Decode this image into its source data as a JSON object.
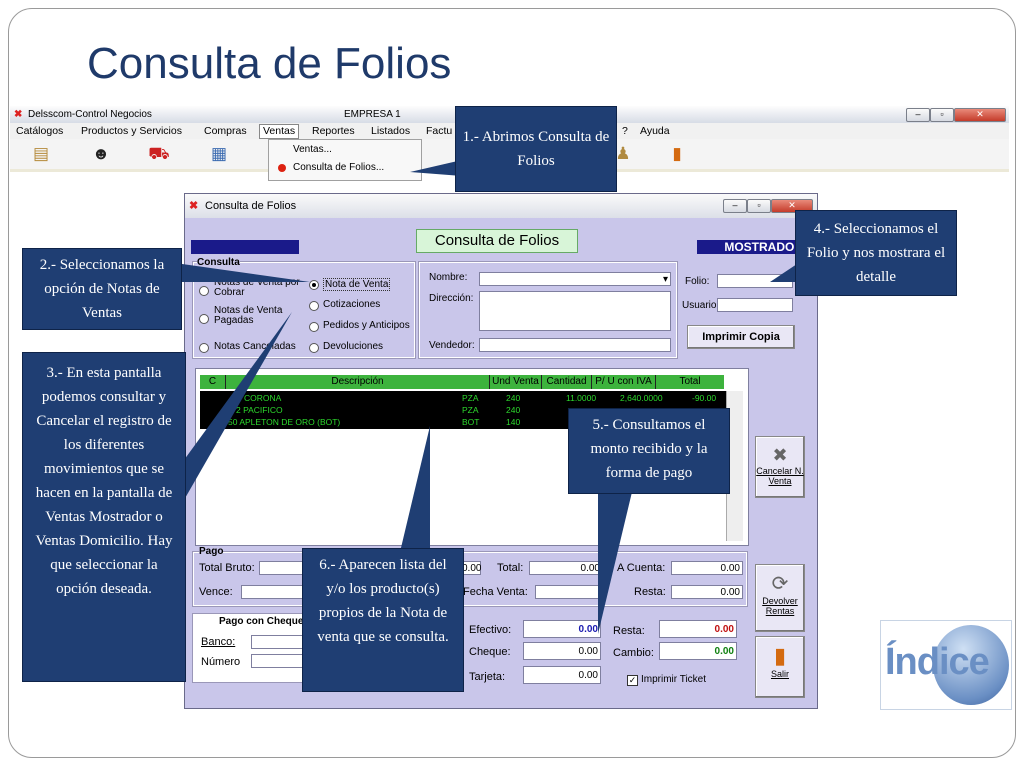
{
  "slide": {
    "title": "Consulta de Folios"
  },
  "app": {
    "title": "Delsscom-Control Negocios",
    "company": "EMPRESA 1",
    "menu": [
      "Catálogos",
      "Productos y Servicios",
      "Compras",
      "Ventas",
      "Reportes",
      "Listados",
      "Factu",
      "?",
      "Ayuda"
    ],
    "dropdown": [
      "Ventas...",
      "Consulta de Folios..."
    ]
  },
  "dialog": {
    "title": "Consulta de Folios",
    "header": "Consulta de Folios",
    "badge": "MOSTRADOR",
    "consulta_label": "Consulta",
    "radios_left": [
      "Notas de Venta por Cobrar",
      "Notas de Venta Pagadas",
      "Notas Canceladas"
    ],
    "radios_right": [
      "Nota de Venta",
      "Cotizaciones",
      "Pedidos y Anticipos",
      "Devoluciones"
    ],
    "nombre_label": "Nombre:",
    "direccion_label": "Dirección:",
    "vendedor_label": "Vendedor:",
    "folio_label": "Folio:",
    "usuario_label": "Usuario",
    "print_copy": "Imprimir Copia",
    "grid": {
      "headers": [
        "C",
        "Descripción",
        "Und Venta",
        "Cantidad",
        "P/ U con IVA",
        "Total"
      ],
      "rows": [
        {
          "desc": "CORONA",
          "und": "PZA",
          "cant": "240",
          "qty": "11.0000",
          "pu": "2,640.0000",
          "total": "-90.00"
        },
        {
          "desc": "2  PACIFICO",
          "und": "PZA",
          "cant": "240",
          "qty": "",
          "pu": "",
          "total": ""
        },
        {
          "desc": "50  APLETON DE ORO (BOT)",
          "und": "BOT",
          "cant": "140",
          "qty": "",
          "pu": "",
          "total": ""
        }
      ]
    },
    "pago": {
      "label": "Pago",
      "total_bruto": "Total Bruto:",
      "vence": "Vence:",
      "total_label": "Total:",
      "total_value": "0.00",
      "fecha_venta": "Fecha Venta:",
      "left_value": "0.00",
      "a_cuenta": "A Cuenta:",
      "a_cuenta_value": "0.00",
      "resta": "Resta:",
      "resta_value": "0.00"
    },
    "cheque": {
      "label": "Pago con Cheque",
      "banco": "Banco:",
      "numero": "Número"
    },
    "efectivo": "Efectivo:",
    "efectivo_value": "0.00",
    "cheque_label": "Cheque:",
    "cheque_value": "0.00",
    "tarjeta": "Tarjeta:",
    "tarjeta_value": "0.00",
    "resta2": "Resta:",
    "resta2_value": "0.00",
    "cambio": "Cambio:",
    "cambio_value": "0.00",
    "imprimir_ticket": "Imprimir Ticket",
    "cancelar_btn": "Cancelar N. Venta",
    "devolver_btn": "Devolver Rentas",
    "salir_btn": "Salir"
  },
  "callouts": {
    "c1": "1.- Abrimos Consulta de Folios",
    "c2": "2.- Seleccionamos la opción de Notas de Ventas",
    "c3": "3.- En esta pantalla podemos consultar y Cancelar el registro de los diferentes movimientos que se hacen en la pantalla de Ventas Mostrador o Ventas Domicilio. Hay que seleccionar la opción deseada.",
    "c4": "4.- Seleccionamos el Folio y nos mostrara el detalle",
    "c5": "5.- Consultamos el monto recibido y la forma de pago",
    "c6": "6.- Aparecen lista del y/o los producto(s) propios de la Nota de venta que se consulta."
  },
  "logo": {
    "text": "Índice"
  },
  "colors": {
    "callout": "#1f3e73",
    "dialog": "#c9c6ea",
    "grid_header": "#3db33d",
    "title": "#1f3a6a"
  }
}
